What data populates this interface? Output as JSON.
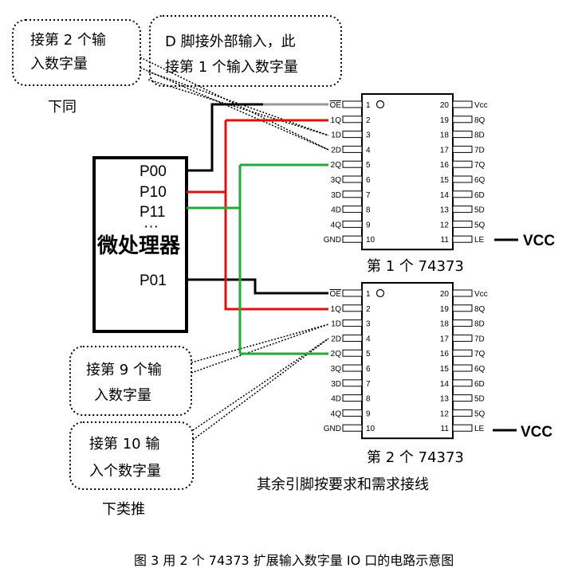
{
  "cpu": {
    "title": "微处理器",
    "pins": [
      "P00",
      "P10",
      "P11",
      "···",
      "P01"
    ]
  },
  "chip1": {
    "label": "第 1 个 74373",
    "left_pins": [
      {
        "name": "OE",
        "num": "1"
      },
      {
        "name": "1Q",
        "num": "2"
      },
      {
        "name": "1D",
        "num": "3"
      },
      {
        "name": "2D",
        "num": "4"
      },
      {
        "name": "2Q",
        "num": "5"
      },
      {
        "name": "3Q",
        "num": "6"
      },
      {
        "name": "3D",
        "num": "7"
      },
      {
        "name": "4D",
        "num": "8"
      },
      {
        "name": "4Q",
        "num": "9"
      },
      {
        "name": "GND",
        "num": "10"
      }
    ],
    "right_pins": [
      {
        "name": "Vcc",
        "num": "20"
      },
      {
        "name": "8Q",
        "num": "19"
      },
      {
        "name": "8D",
        "num": "18"
      },
      {
        "name": "7D",
        "num": "17"
      },
      {
        "name": "7Q",
        "num": "16"
      },
      {
        "name": "6Q",
        "num": "15"
      },
      {
        "name": "6D",
        "num": "14"
      },
      {
        "name": "5D",
        "num": "13"
      },
      {
        "name": "5Q",
        "num": "12"
      },
      {
        "name": "LE",
        "num": "11"
      }
    ],
    "vcc": "VCC"
  },
  "chip2": {
    "label": "第 2 个 74373",
    "left_pins": [
      {
        "name": "OE",
        "num": "1"
      },
      {
        "name": "1Q",
        "num": "2"
      },
      {
        "name": "1D",
        "num": "3"
      },
      {
        "name": "2D",
        "num": "4"
      },
      {
        "name": "2Q",
        "num": "5"
      },
      {
        "name": "3Q",
        "num": "6"
      },
      {
        "name": "3D",
        "num": "7"
      },
      {
        "name": "4D",
        "num": "8"
      },
      {
        "name": "4Q",
        "num": "9"
      },
      {
        "name": "GND",
        "num": "10"
      }
    ],
    "right_pins": [
      {
        "name": "Vcc",
        "num": "20"
      },
      {
        "name": "8Q",
        "num": "19"
      },
      {
        "name": "8D",
        "num": "18"
      },
      {
        "name": "7D",
        "num": "17"
      },
      {
        "name": "7Q",
        "num": "16"
      },
      {
        "name": "6Q",
        "num": "15"
      },
      {
        "name": "6D",
        "num": "14"
      },
      {
        "name": "5D",
        "num": "13"
      },
      {
        "name": "5Q",
        "num": "12"
      },
      {
        "name": "LE",
        "num": "11"
      }
    ],
    "vcc": "VCC"
  },
  "notes": {
    "n1": [
      "接第 2 个输",
      "入数字量"
    ],
    "n1_sub": "下同",
    "n2": [
      "D 脚接外部输入，此",
      "接第 1 个输入数字量"
    ],
    "n3": [
      "接第 9 个输",
      "入数字量"
    ],
    "n4": [
      "接第 10 输",
      "入个数字量"
    ],
    "n4_sub": "下类推",
    "bottom": "其余引脚按要求和需求接线"
  },
  "caption": "图  3  用 2 个 74373 扩展输入数字量 IO 口的电路示意图",
  "colors": {
    "red": "#e01010",
    "green": "#22aa3a",
    "gray": "#999999",
    "black": "#000000"
  }
}
